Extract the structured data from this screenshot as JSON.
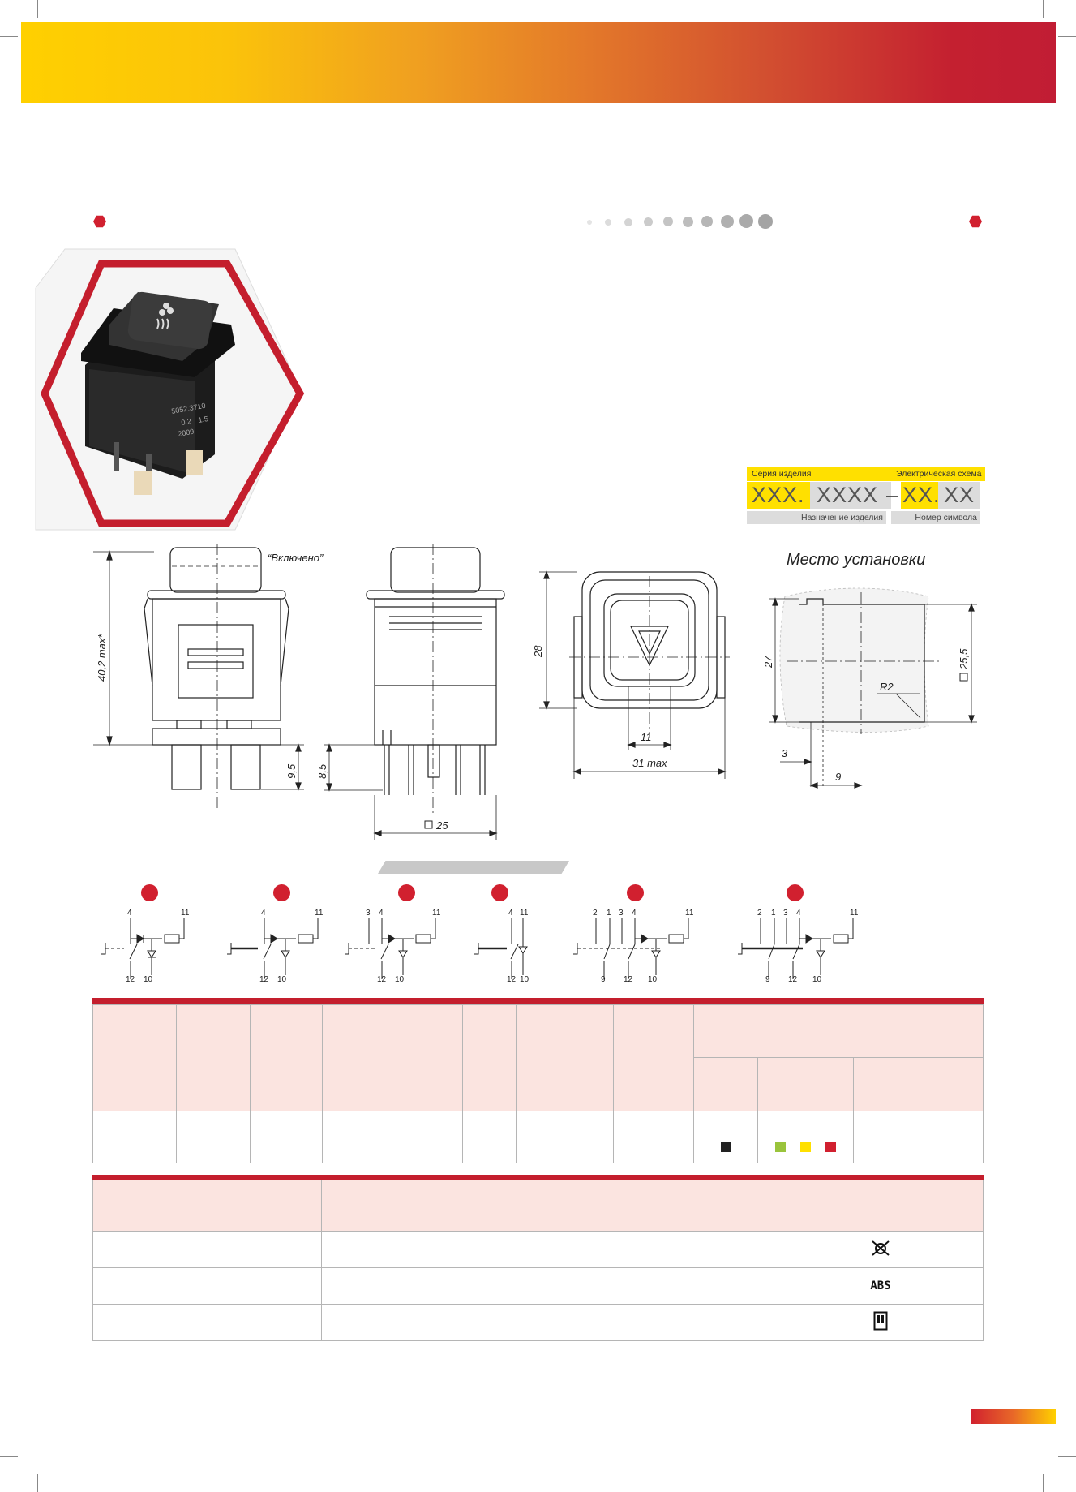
{
  "header": {
    "gradient_colors": [
      "#ffd000",
      "#f0a020",
      "#e3782a",
      "#c11d34"
    ],
    "accent_color": "#d1202f"
  },
  "product_photo": {
    "icon": "heater-fan-icon",
    "label_lines": [
      "5052.3710",
      "0.2",
      "1.5",
      "2009"
    ]
  },
  "order_code": {
    "series_label": "Серия изделия",
    "scheme_label": "Электрическая схема",
    "parts": [
      "XXX.",
      "XXXX",
      "–",
      "XX.",
      "XX"
    ],
    "purpose_label": "Назначение изделия",
    "symbol_label": "Номер символа"
  },
  "drawing": {
    "on_label": "“Включено”",
    "dim_height": "40,2 max*",
    "dim_pins_left": "9,5",
    "dim_pins_right": "8,5",
    "dim_square": "25",
    "dim_diameter": "28",
    "dim_inner": "11",
    "dim_width": "31 max",
    "install_title": "Место установки",
    "dim_27": "27",
    "dim_25_5": "25,5",
    "dim_r2": "R2",
    "dim_3": "3",
    "dim_9": "9"
  },
  "schematics": {
    "led_label": "10",
    "items": [
      {
        "pins_top": [
          "4"
        ],
        "pin_right": "11",
        "pins_bottom": [
          "12"
        ]
      },
      {
        "pins_top": [
          "4"
        ],
        "pin_right": "11",
        "pins_bottom": [
          "12"
        ]
      },
      {
        "pins_top": [
          "3",
          "4"
        ],
        "pin_right": "11",
        "pins_bottom": [
          "12"
        ]
      },
      {
        "pins_top": [
          "4",
          "11"
        ],
        "pin_right": "",
        "pins_bottom": [
          "12"
        ]
      },
      {
        "pins_top": [
          "2",
          "1",
          "3",
          "4"
        ],
        "pin_right": "11",
        "pins_bottom": [
          "9",
          "12"
        ]
      },
      {
        "pins_top": [
          "2",
          "1",
          "3",
          "4"
        ],
        "pin_right": "11",
        "pins_bottom": [
          "9",
          "12"
        ]
      }
    ]
  },
  "spec_table": {
    "color_swatches": {
      "black": "#222222",
      "green": "#9ac43c",
      "yellow": "#ffe000",
      "red": "#d1202f"
    }
  },
  "symbol_table": {
    "rows": [
      {
        "icon": "lamp-crossed-icon"
      },
      {
        "icon": "abs-icon",
        "text": "ABS"
      },
      {
        "icon": "door-icon"
      }
    ]
  }
}
